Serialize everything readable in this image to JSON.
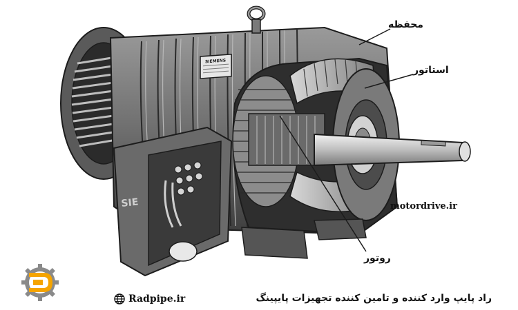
{
  "labels": {
    "housing": "محفظه",
    "stator": "استاتور",
    "rotor": "روتور",
    "watermark": "motordrive.ir"
  },
  "nameplate": {
    "brand": "SIEMENS",
    "terminal_box_text": "SIE"
  },
  "footer": {
    "website": "Radpipe.ir",
    "tagline": "راد پایپ وارد کننده و تامین کننده تجهیزات پایپینگ",
    "website_icon": "globe-icon",
    "logo_icon": "radpipe-gear-logo-icon"
  },
  "colors": {
    "metal_dark": "#4a4a4a",
    "metal_mid": "#8c8c8c",
    "metal_light": "#c9c9c9",
    "logo_orange": "#f5a400",
    "logo_gray": "#8a8a8a"
  }
}
